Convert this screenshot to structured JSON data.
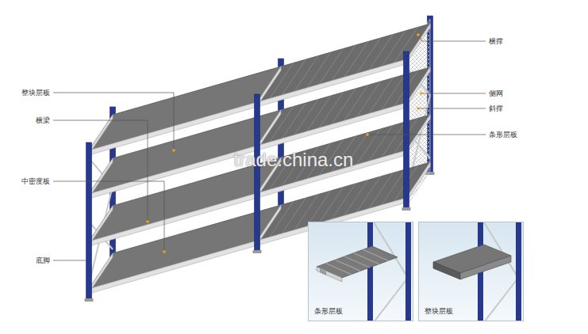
{
  "diagram": {
    "nodes": [
      {
        "text": [
          "条形层板"
        ]
      },
      {
        "text": [
          "整块层板"
        ]
      }
    ],
    "labels": [
      "横撑",
      "整块层板",
      "侧网",
      "斜撑",
      "横梁",
      "条形层板",
      "trade.china.cn",
      "中密度板",
      "底脚"
    ]
  }
}
